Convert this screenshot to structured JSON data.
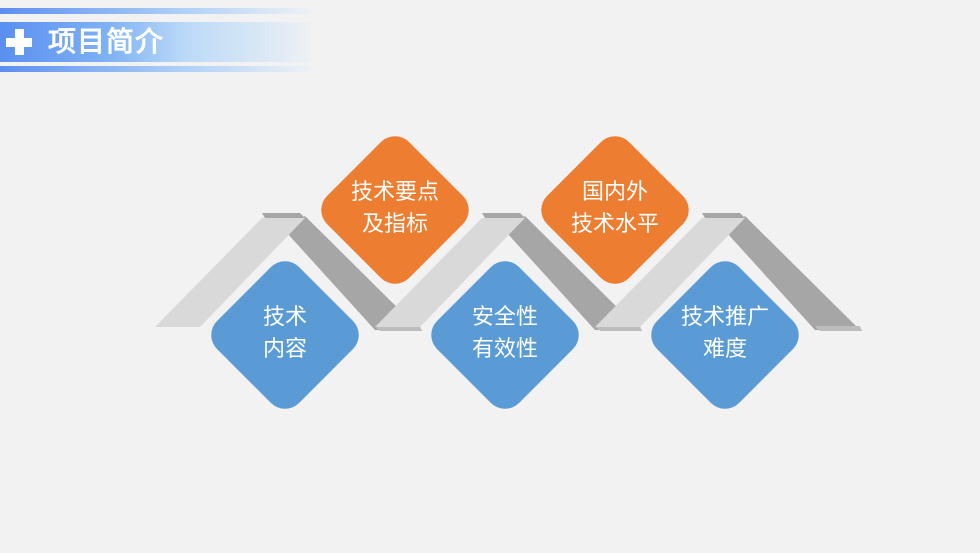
{
  "header": {
    "title": "项目简介",
    "icon": "plus-icon"
  },
  "items": [
    {
      "line1": "技术",
      "line2": "内容",
      "color": "#5b9bd5"
    },
    {
      "line1": "技术要点",
      "line2": "及指标",
      "color": "#ed7d31"
    },
    {
      "line1": "安全性",
      "line2": "有效性",
      "color": "#5b9bd5"
    },
    {
      "line1": "国内外",
      "line2": "技术水平",
      "color": "#ed7d31"
    },
    {
      "line1": "技术推广",
      "line2": "难度",
      "color": "#5b9bd5"
    }
  ]
}
